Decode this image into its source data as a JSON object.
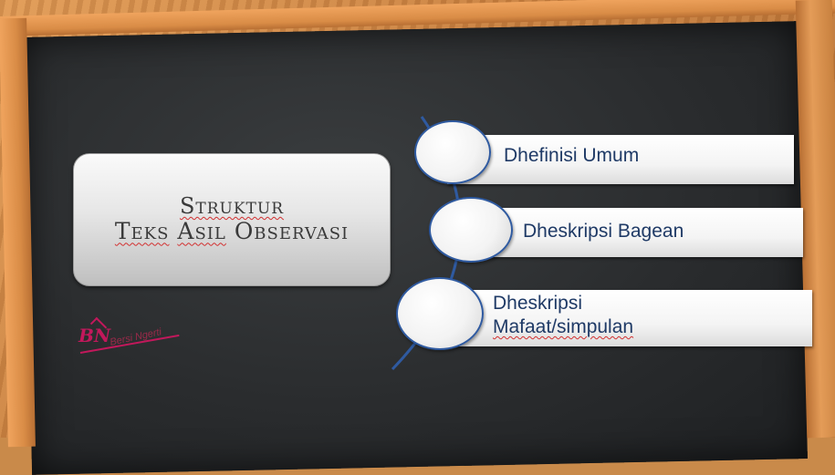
{
  "title": {
    "line1": "Struktur",
    "line2_word1": "Teks",
    "line2_word2": "Asil",
    "line2_word3": "Observasi"
  },
  "items": [
    {
      "label": "Dhefinisi Umum"
    },
    {
      "label": "Dheskripsi Bagean"
    },
    {
      "label_line1": "Dheskripsi",
      "label_line2": "Mafaat/simpulan"
    }
  ],
  "logo": {
    "letters": "BN",
    "subtitle": "Bersi Ngerti"
  },
  "colors": {
    "text_blue": "#1f3a66",
    "circle_border": "#2f5aa0",
    "board": "#2a2c2e",
    "frame": "#d98c46"
  }
}
